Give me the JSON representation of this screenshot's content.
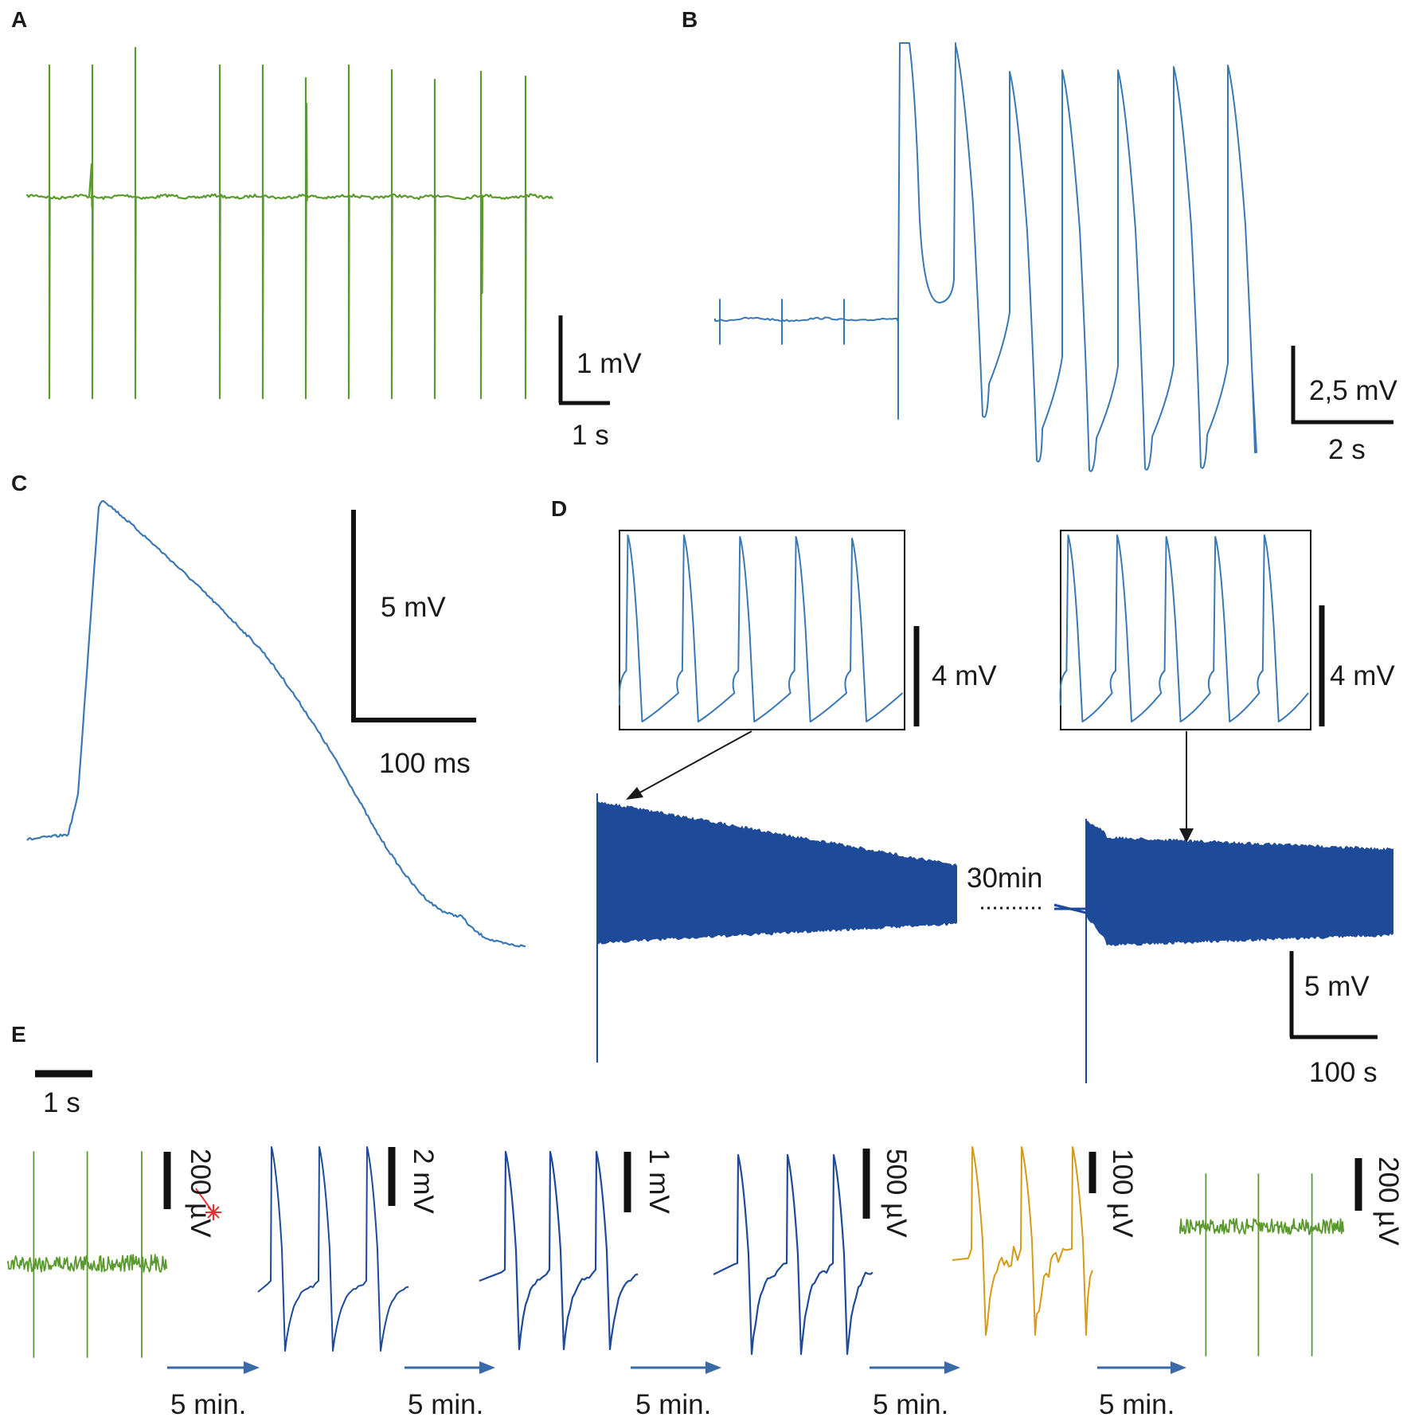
{
  "figure": {
    "panels": [
      "A",
      "B",
      "C",
      "D",
      "E"
    ],
    "colors": {
      "green": "#5a9a2c",
      "blue_light": "#3a78b5",
      "blue_dark": "#1e4a9a",
      "orange": "#d49a1a",
      "scalebar": "#111111",
      "arrow_blue": "#3a6aa8",
      "stimulus_red": "#e83030"
    },
    "scalebars": {
      "A": {
        "y": "1 mV",
        "x": "1 s"
      },
      "B": {
        "y": "2,5 mV",
        "x": "2 s"
      },
      "C": {
        "y": "5 mV",
        "x": "100 ms"
      },
      "D": {
        "y": "5 mV",
        "x": "100 s",
        "inset_left": "4 mV",
        "inset_right": "4 mV",
        "gap": "30min"
      },
      "E": {
        "time": "1 s",
        "traces": [
          "200 µV",
          "2 mV",
          "1 mV",
          "500 µV",
          "100 µV",
          "200 µV"
        ],
        "intervals": [
          "5 min.",
          "5 min.",
          "5 min.",
          "5 min.",
          "5 min."
        ]
      }
    },
    "stimulus_icon": "laser-stimulus-icon"
  }
}
